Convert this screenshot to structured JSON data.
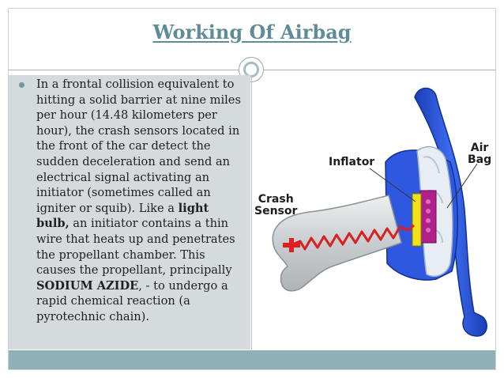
{
  "slide": {
    "title": "Working Of Airbag",
    "body": {
      "part1": "In a frontal collision equivalent to hitting a solid barrier at nine miles per hour (14.48 kilometers per hour), the crash sensors located in the front of the car detect the sudden deceleration and send an electrical signal activating an initiator (sometimes called an igniter or squib). Like a ",
      "bold1": "light bulb,",
      "part2": " an initiator contains a thin wire that heats up and penetrates the propellant chamber. This causes the propellant, principally ",
      "bold2": "SODIUM AZIDE",
      "part3": ", - to undergo a rapid chemical reaction (a pyrotechnic chain)."
    }
  },
  "diagram": {
    "labels": {
      "inflator": "Inflator",
      "airbag_line1": "Air",
      "airbag_line2": "Bag",
      "crash_line1": "Crash",
      "crash_line2": "Sensor"
    },
    "colors": {
      "wheel": "#1f4fd6",
      "bag": "#dfe6ee",
      "inflator": "#f3e21a",
      "chamber": "#b0208a",
      "sensor": "#e02020",
      "column": "#cfd3d6"
    },
    "icons": [
      "steering-wheel-icon",
      "airbag-icon",
      "inflator-icon",
      "crash-sensor-icon"
    ]
  }
}
